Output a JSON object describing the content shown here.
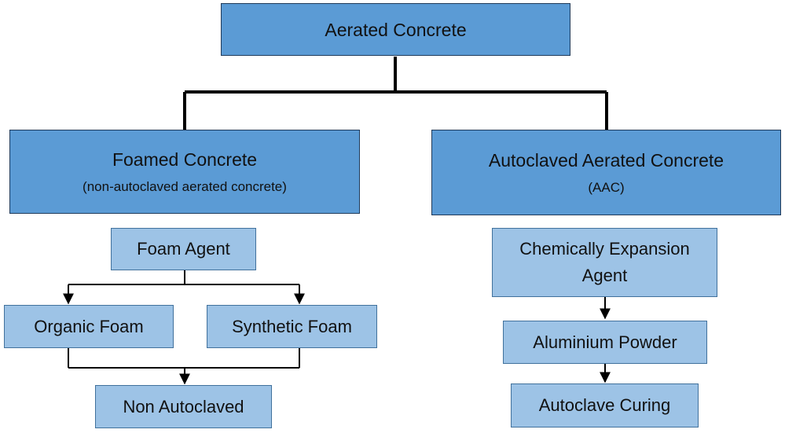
{
  "root": {
    "label": "Aerated Concrete"
  },
  "foamed": {
    "title": "Foamed Concrete",
    "subtitle": "(non-autoclaved aerated concrete)"
  },
  "aac": {
    "title": "Autoclaved Aerated Concrete",
    "subtitle": "(AAC)"
  },
  "foam_agent": {
    "label": "Foam Agent"
  },
  "organic_foam": {
    "label": "Organic Foam"
  },
  "synthetic_foam": {
    "label": "Synthetic Foam"
  },
  "non_autoclaved": {
    "label": "Non Autoclaved"
  },
  "chem_agent": {
    "line1": "Chemically Expansion",
    "line2": "Agent"
  },
  "aluminium": {
    "label": "Aluminium Powder"
  },
  "curing": {
    "label": "Autoclave Curing"
  },
  "colors": {
    "dark_box": "#5b9bd5",
    "light_box": "#9dc3e6",
    "connector": "#000000"
  }
}
